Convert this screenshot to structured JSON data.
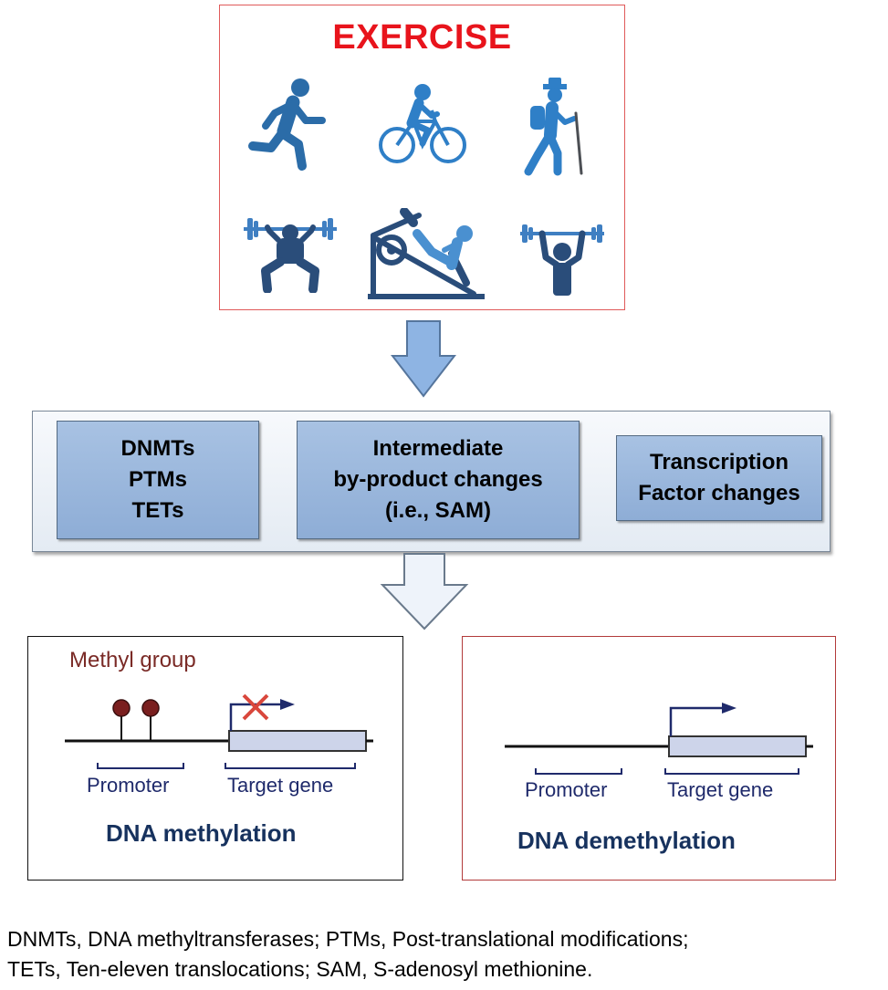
{
  "exercise": {
    "title": "EXERCISE",
    "icons": [
      "running-icon",
      "cycling-icon",
      "hiking-icon",
      "squat-icon",
      "leg-press-icon",
      "weightlifting-icon"
    ],
    "title_color": "#e8141c",
    "icon_color": "#2f7fc7"
  },
  "mechanisms": {
    "box1": [
      "DNMTs",
      "PTMs",
      "TETs"
    ],
    "box2": [
      "Intermediate",
      "by-product changes",
      "(i.e., SAM)"
    ],
    "box3": [
      "Transcription",
      "Factor changes"
    ]
  },
  "methylation": {
    "methyl_group_label": "Methyl group",
    "promoter_label": "Promoter",
    "target_label": "Target gene",
    "title": "DNA methylation"
  },
  "demethylation": {
    "promoter_label": "Promoter",
    "target_label": "Target gene",
    "title": "DNA demethylation"
  },
  "footnote": {
    "line1": "DNMTs, DNA methyltransferases; PTMs, Post-translational modifications;",
    "line2": "TETs, Ten-eleven translocations; SAM, S-adenosyl methionine."
  }
}
